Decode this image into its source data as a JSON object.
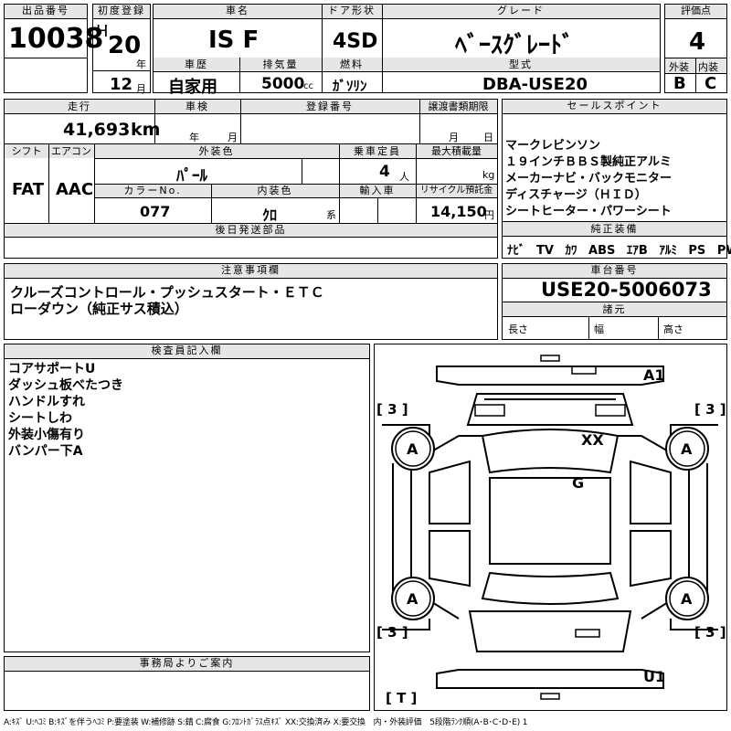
{
  "lot": {
    "label": "出品番号",
    "value": "10038"
  },
  "first_reg": {
    "label": "初度登録",
    "era": "H",
    "year": "20",
    "year_unit": "年",
    "month": "12",
    "month_unit": "月"
  },
  "car_name": {
    "label": "車名",
    "value": "IS F"
  },
  "door": {
    "label": "ドア形状",
    "value": "4SD"
  },
  "grade": {
    "label": "グレード",
    "value": "ﾍﾞｰｽｸﾞﾚｰﾄﾞ"
  },
  "score": {
    "label": "評価点",
    "value": "4",
    "ext_label": "外装",
    "int_label": "内装",
    "ext": "B",
    "int": "C"
  },
  "history": {
    "label": "車歴",
    "value": "自家用"
  },
  "displacement": {
    "label": "排気量",
    "value": "5000",
    "unit": "cc"
  },
  "fuel": {
    "label": "燃料",
    "value": "ｶﾞｿﾘﾝ"
  },
  "model": {
    "label": "型式",
    "value": "DBA-USE20"
  },
  "mileage": {
    "label": "走行",
    "value": "41,693",
    "unit": "km"
  },
  "inspection": {
    "label": "車検",
    "year_unit": "年",
    "month_unit": "月"
  },
  "reg_no": {
    "label": "登録番号"
  },
  "transfer_deadline": {
    "label": "譲渡書類期限",
    "month_unit": "月",
    "day_unit": "日"
  },
  "sales_point": {
    "label": "セールスポイント",
    "lines": [
      "マークレビンソン",
      "１９インチＢＢＳ製純正アルミ",
      "メーカーナビ・バックモニター",
      "ディスチャージ（ＨＩＤ）",
      "シートヒーター・パワーシート"
    ]
  },
  "shift": {
    "label": "シフト",
    "value": "FAT"
  },
  "aircon": {
    "label": "エアコン",
    "value": "AAC"
  },
  "ext_color": {
    "label": "外装色",
    "value": "ﾊﾟｰﾙ"
  },
  "capacity": {
    "label": "乗車定員",
    "value": "4",
    "unit": "人"
  },
  "max_load": {
    "label": "最大積載量",
    "unit": "kg"
  },
  "color_no": {
    "label": "カラーNo.",
    "value": "077"
  },
  "int_color": {
    "label": "内装色",
    "value": "ｸﾛ",
    "unit": "系"
  },
  "import": {
    "label": "輸入車"
  },
  "recycle": {
    "label": "リサイクル預託金",
    "value": "14,150",
    "unit": "円"
  },
  "later_parts": {
    "label": "後日発送部品"
  },
  "genuine_equip": {
    "label": "純正装備",
    "items": [
      "ﾅﾋﾞ",
      "TV",
      "ｶﾜ",
      "ABS",
      "ｴｱB",
      "ｱﾙﾐ",
      "PS",
      "PW"
    ]
  },
  "notes": {
    "label": "注意事項欄",
    "lines": [
      "クルーズコントロール・プッシュスタート・ＥＴＣ",
      "ローダウン（純正サス積込）"
    ]
  },
  "chassis": {
    "label": "車台番号",
    "value": "USE20-5006073"
  },
  "specs": {
    "label": "諸元",
    "length": "長さ",
    "width": "幅",
    "height": "高さ"
  },
  "inspector": {
    "label": "検査員記入欄",
    "lines": [
      "コアサポートU",
      "ダッシュ板べたつき",
      "ハンドルすれ",
      "シートしわ",
      "外装小傷有り",
      "バンパー下A"
    ]
  },
  "office": {
    "label": "事務局よりご案内"
  },
  "diagram": {
    "a1": "A1",
    "u1": "U1",
    "xx": "XX",
    "g": "G",
    "a": "A",
    "tire": "[ 3 ]",
    "t": "[ T ]"
  },
  "legend": "A:ｷｽﾞ U:ﾍｺﾐ B:ｷｽﾞを伴うﾍｺﾐ P:要塗装 W:補修跡 S:錆 C:腐食 G:ﾌﾛﾝﾄｶﾞﾗｽ点ｷｽﾞ XX:交換済み X:要交換　内・外装評価　5段階ﾗﾝｸ順(A･B･C･D･E) 1"
}
